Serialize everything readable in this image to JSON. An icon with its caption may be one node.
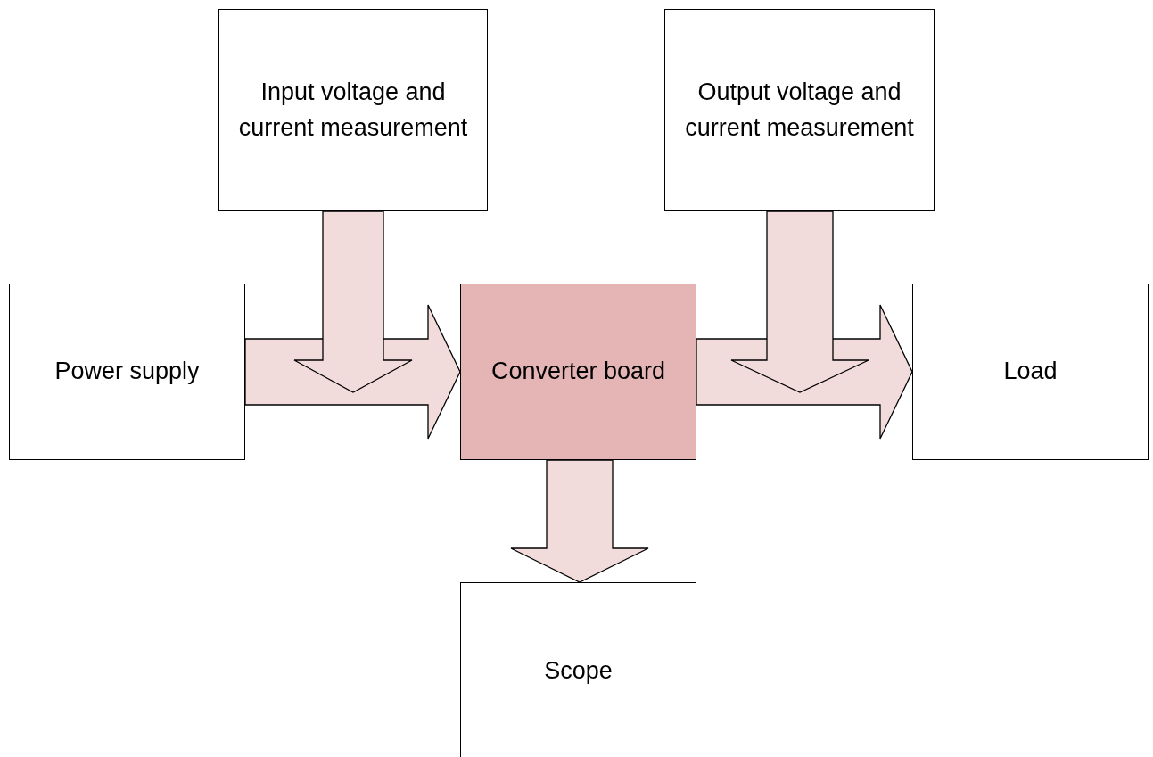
{
  "diagram": {
    "nodes": [
      {
        "text": [
          "Input voltage and current measurement"
        ]
      },
      {
        "text": [
          "Output voltage and current measurement"
        ]
      },
      {
        "text": [
          "Power supply"
        ]
      },
      {
        "text": [
          "Converter board"
        ]
      },
      {
        "text": [
          "Load"
        ]
      },
      {
        "text": [
          "Scope"
        ]
      }
    ],
    "edges": [
      {
        "from": 2,
        "to": 3,
        "arrow": "to"
      },
      {
        "from": 0,
        "to": 3,
        "arrow": "to"
      },
      {
        "from": 3,
        "to": 4,
        "arrow": "to"
      },
      {
        "from": 1,
        "to": 4,
        "arrow": "to"
      },
      {
        "from": 3,
        "to": 5,
        "arrow": "to"
      }
    ]
  }
}
